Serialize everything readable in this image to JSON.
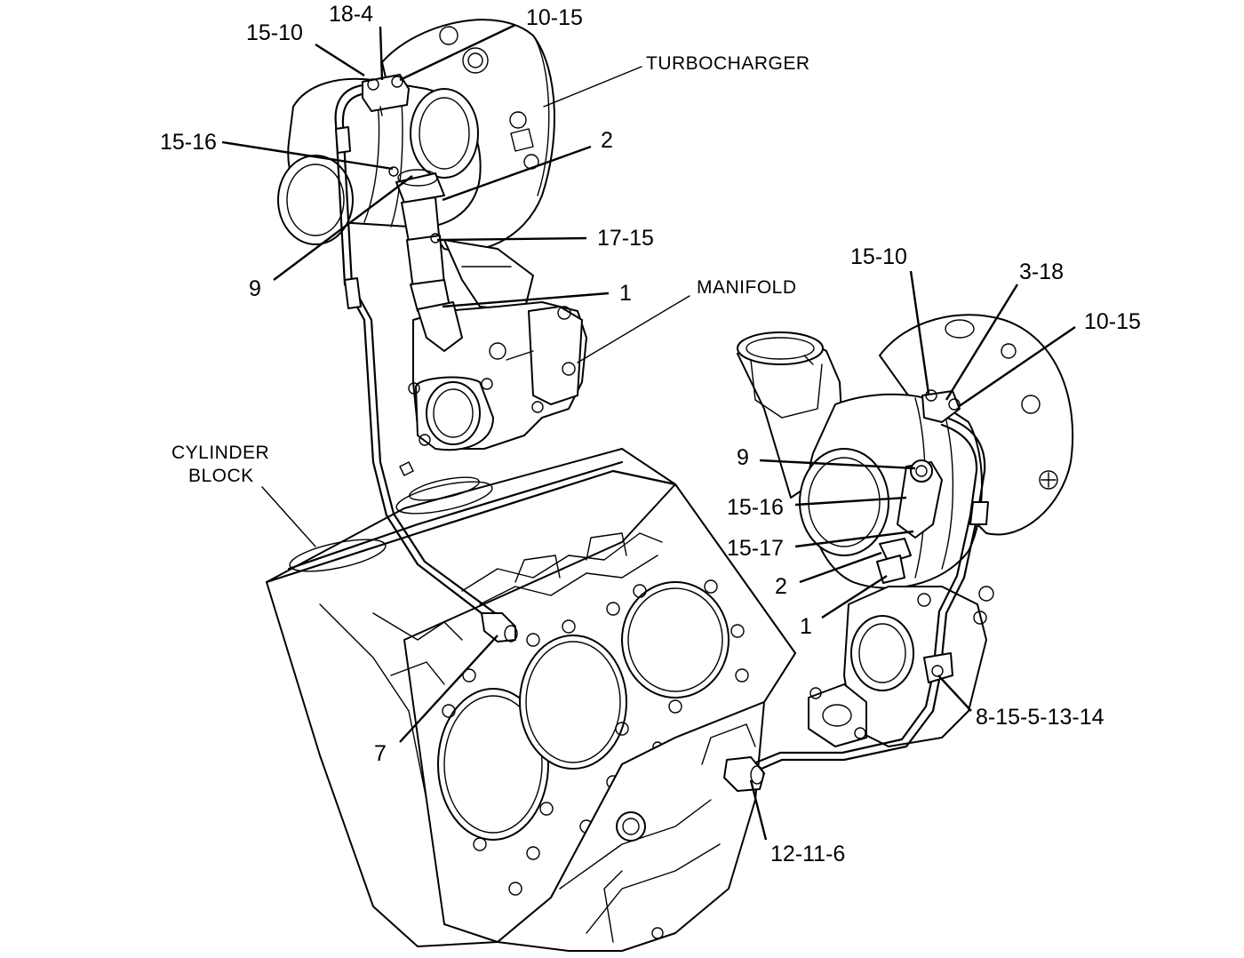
{
  "labels": {
    "turbocharger": "TURBOCHARGER",
    "manifold": "MANIFOLD",
    "cylinder_block_1": "CYLINDER",
    "cylinder_block_2": "BLOCK"
  },
  "callouts": {
    "c_15_10_a": "15-10",
    "c_18_4": "18-4",
    "c_10_15_a": "10-15",
    "c_15_16_a": "15-16",
    "c_2_a": "2",
    "c_17_15": "17-15",
    "c_9_a": "9",
    "c_1_a": "1",
    "c_15_10_b": "15-10",
    "c_3_18": "3-18",
    "c_10_15_b": "10-15",
    "c_9_b": "9",
    "c_15_16_b": "15-16",
    "c_15_17": "15-17",
    "c_2_b": "2",
    "c_1_b": "1",
    "c_8_15_5_13_14": "8-15-5-13-14",
    "c_7": "7",
    "c_12_11_6": "12-11-6"
  }
}
